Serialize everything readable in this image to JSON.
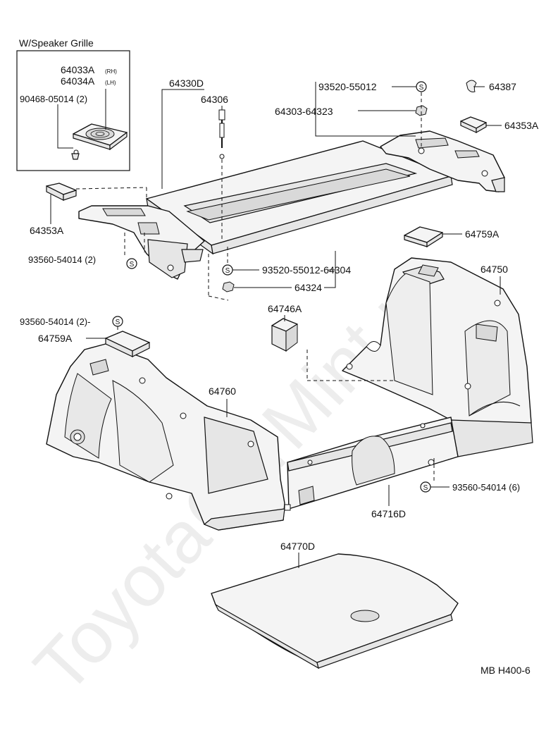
{
  "inset": {
    "title": "W/Speaker Grille"
  },
  "labels": {
    "p64033A": "64033A",
    "rh": "(RH)",
    "p64034A": "64034A",
    "lh": "(LH)",
    "p90468": "90468-05014 (2)",
    "p64330D": "64330D",
    "p64306": "64306",
    "p93520_top": "93520-55012",
    "p64303": "64303-64323",
    "p64387": "64387",
    "p64353A_right": "64353A",
    "p64353A_left": "64353A",
    "p93560_left": "93560-54014 (2)",
    "p64759A_right": "64759A",
    "p93520_mid": "93520-55012-64304",
    "p64324": "64324",
    "p64750": "64750",
    "p64746A": "64746A",
    "p93560_left2": "93560-54014 (2)-",
    "p64759A_left": "64759A",
    "p64760": "64760",
    "p93560_right": "93560-54014 (6)",
    "p64716D": "64716D",
    "p64770D": "64770D",
    "code": "MB H400-6"
  },
  "symbols": {
    "screw": "S"
  },
  "watermark": "ToyotaCarMint.ru"
}
